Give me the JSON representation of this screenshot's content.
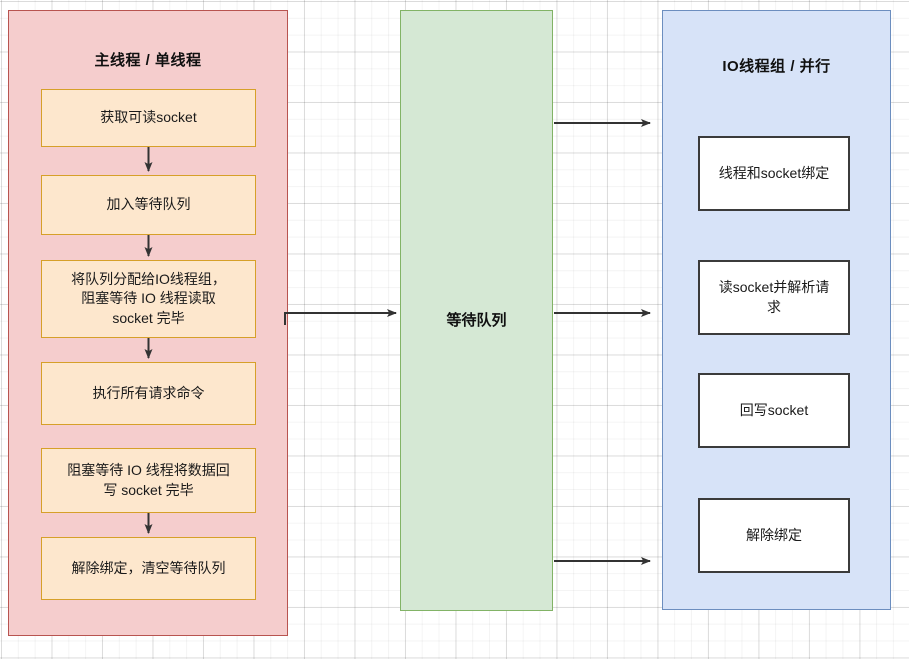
{
  "diagram": {
    "title_main_lane": "主线程 / 单线程",
    "title_queue_lane": "等待队列",
    "title_io_lane": "IO线程组 / 并行",
    "colors": {
      "main_lane_fill": "#f5cdcd",
      "main_lane_border": "#b85450",
      "queue_lane_fill": "#d5e8d4",
      "queue_lane_border": "#82b366",
      "io_lane_fill": "#d7e3f8",
      "io_lane_border": "#6c8ebf",
      "process_box_fill": "#fde7cd",
      "process_box_border": "#d6a029",
      "io_box_fill": "#ffffff",
      "io_box_border": "#3b3b3b",
      "arrow": "#333333",
      "grid_line": "#e8e8e8"
    }
  },
  "main_lane": {
    "steps": [
      {
        "id": "step-1",
        "label": "获取可读socket"
      },
      {
        "id": "step-2",
        "label": "加入等待队列"
      },
      {
        "id": "step-3",
        "label": "将队列分配给IO线程组，\n阻塞等待 IO 线程读取\nsocket 完毕"
      },
      {
        "id": "step-4",
        "label": "执行所有请求命令"
      },
      {
        "id": "step-5",
        "label": "阻塞等待 IO 线程将数据回\n写 socket 完毕"
      },
      {
        "id": "step-6",
        "label": "解除绑定，清空等待队列"
      }
    ]
  },
  "io_lane": {
    "steps": [
      {
        "id": "io-step-1",
        "label": "线程和socket绑定"
      },
      {
        "id": "io-step-2",
        "label": "读socket并解析请\n求"
      },
      {
        "id": "io-step-3",
        "label": "回写socket"
      },
      {
        "id": "io-step-4",
        "label": "解除绑定"
      }
    ]
  },
  "connectors": [
    {
      "id": "arrow-step1-step2",
      "from": "step-1",
      "to": "step-2",
      "direction": "down"
    },
    {
      "id": "arrow-step2-step3",
      "from": "step-2",
      "to": "step-3",
      "direction": "down"
    },
    {
      "id": "arrow-step3-step4",
      "from": "step-3",
      "to": "step-4",
      "direction": "down"
    },
    {
      "id": "arrow-step5-step6",
      "from": "step-5",
      "to": "step-6",
      "direction": "down"
    },
    {
      "id": "arrow-main-queue",
      "from": "main-lane",
      "to": "queue-lane",
      "direction": "right"
    },
    {
      "id": "arrow-queue-io-top",
      "from": "queue-lane",
      "to": "io-lane",
      "direction": "right"
    },
    {
      "id": "arrow-queue-io-mid",
      "from": "queue-lane",
      "to": "io-lane",
      "direction": "right"
    },
    {
      "id": "arrow-queue-io-bottom",
      "from": "queue-lane",
      "to": "io-lane",
      "direction": "right"
    }
  ]
}
